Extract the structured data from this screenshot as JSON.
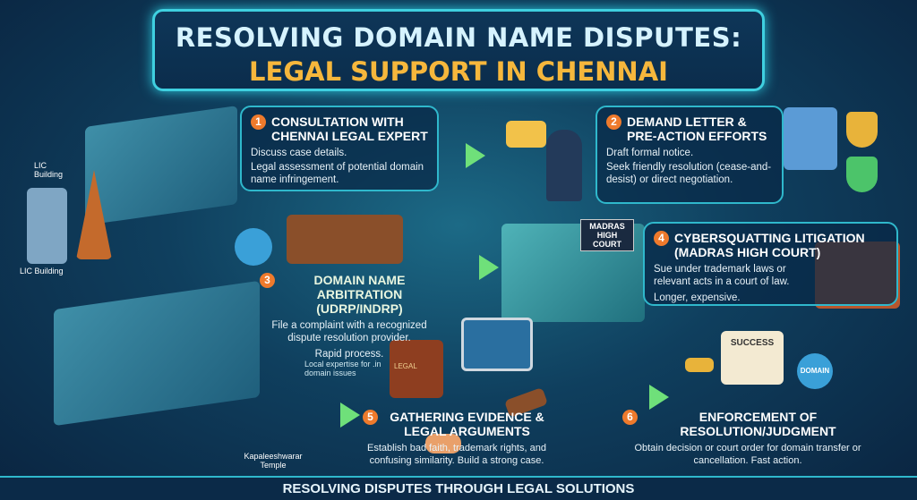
{
  "title": {
    "line1": "RESOLVING DOMAIN NAME DISPUTES:",
    "line2": "LEGAL SUPPORT IN CHENNAI"
  },
  "steps": [
    {
      "num": "1",
      "title": "CONSULTATION WITH CHENNAI LEGAL EXPERT",
      "body": [
        "Discuss case details.",
        "Legal assessment of potential domain name infringement."
      ]
    },
    {
      "num": "2",
      "title": "DEMAND LETTER & PRE-ACTION EFFORTS",
      "body": [
        "Draft formal notice.",
        "Seek friendly resolution (cease-and-desist) or direct negotiation."
      ]
    },
    {
      "num": "3",
      "title": "DOMAIN NAME ARBITRATION (UDRP/INDRP)",
      "body": [
        "File a complaint with a recognized dispute resolution provider.",
        "Rapid process."
      ]
    },
    {
      "num": "4",
      "title": "CYBERSQUATTING LITIGATION (MADRAS HIGH COURT)",
      "body": [
        "Sue under trademark laws or relevant acts in a court of law.",
        "Longer, expensive."
      ]
    },
    {
      "num": "5",
      "title": "GATHERING EVIDENCE & LEGAL ARGUMENTS",
      "body": [
        "Establish bad faith, trademark rights, and confusing similarity. Build a strong case."
      ]
    },
    {
      "num": "6",
      "title": "ENFORCEMENT OF RESOLUTION/JUDGMENT",
      "body": [
        "Obtain decision or court order for domain transfer or cancellation. Fast action."
      ]
    }
  ],
  "labels": {
    "lic1": "LIC Building",
    "lic2": "LIC Building",
    "temple": "Kapaleeshwarar Temple",
    "court_sign": "MADRAS HIGH COURT",
    "local": "Local expertise for .in domain issues",
    "success": "SUCCESS",
    "domain": "DOMAIN",
    "legal": "LEGAL"
  },
  "footer": "RESOLVING DISPUTES THROUGH LEGAL SOLUTIONS",
  "colors": {
    "accent": "#2fb8cc",
    "number": "#ee7a2c",
    "title2": "#f6b73c",
    "arrow": "#6fe07a"
  }
}
